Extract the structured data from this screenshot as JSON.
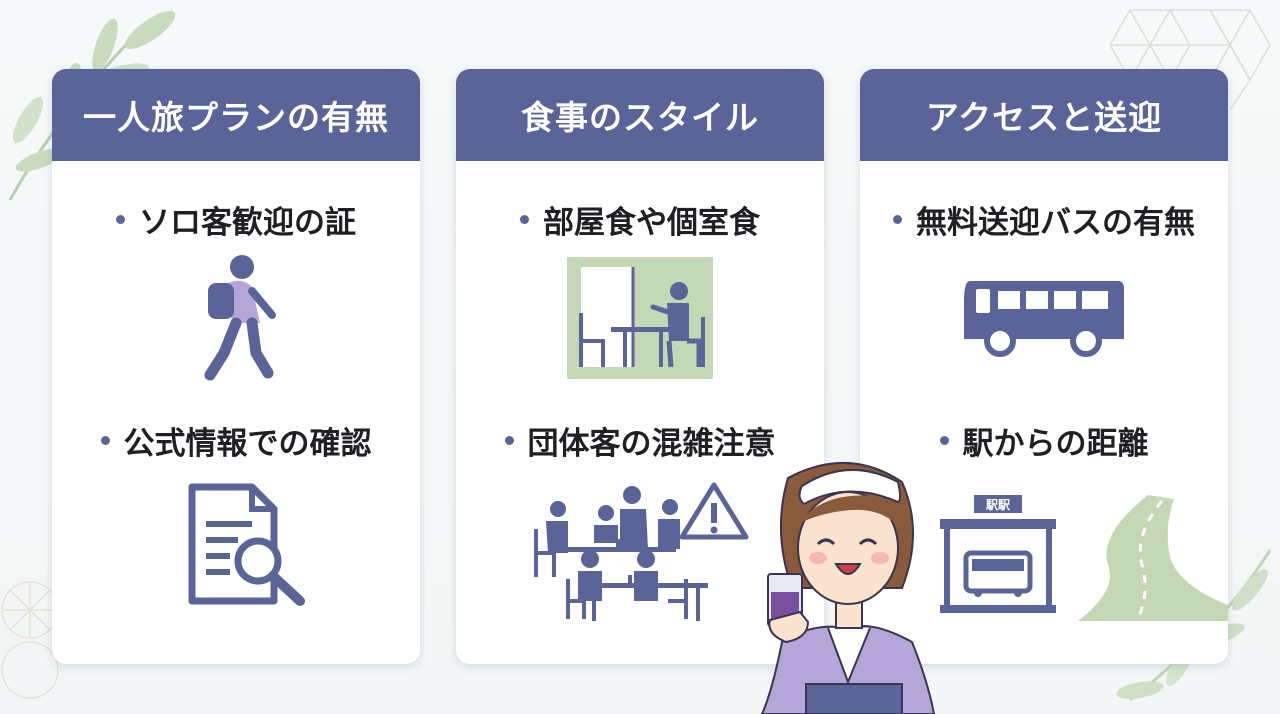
{
  "colors": {
    "header": "#5a6498",
    "icon_navy": "#5a6498",
    "icon_lavender": "#b4a6d8",
    "sage": "#c5d8b6",
    "leaf": "#b9cfae",
    "background": "#f5f8f8"
  },
  "cards": [
    {
      "title": "一人旅プランの有無",
      "items": [
        {
          "label": "ソロ客歓迎の証",
          "icon": "walking-backpacker-icon"
        },
        {
          "label": "公式情報での確認",
          "icon": "document-search-icon"
        }
      ]
    },
    {
      "title": "食事のスタイル",
      "items": [
        {
          "label": "部屋食や個室食",
          "icon": "private-dining-room-icon"
        },
        {
          "label": "団体客の混雑注意",
          "icon": "crowded-dining-warning-icon"
        }
      ]
    },
    {
      "title": "アクセスと送迎",
      "items": [
        {
          "label": "無料送迎バスの有無",
          "icon": "shuttle-bus-icon"
        },
        {
          "label": "駅からの距離",
          "icon": "station-road-icon"
        }
      ]
    }
  ],
  "station_sign": "駅駅",
  "character": {
    "icon": "yukata-woman-drinking-icon"
  }
}
